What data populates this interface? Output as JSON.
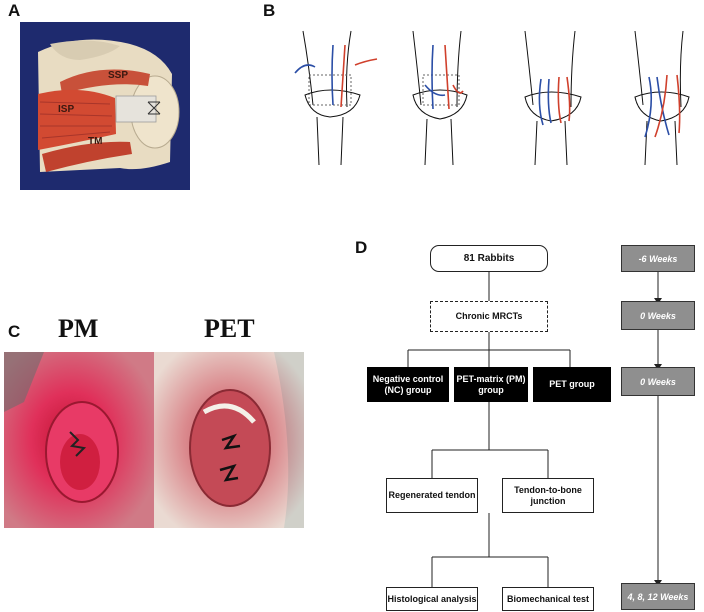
{
  "panels": {
    "a": {
      "letter": "A",
      "labels": {
        "ssp": "SSP",
        "isp": "ISP",
        "tm": "TM"
      },
      "colors": {
        "background": "#1e2a6e",
        "muscle": "#d24a32",
        "bone": "#e8dcc2"
      }
    },
    "b": {
      "letter": "B",
      "sutures": [
        {
          "id": "b1",
          "colors": [
            "#2b4ea6",
            "#d0402c"
          ]
        },
        {
          "id": "b2",
          "colors": [
            "#2b4ea6",
            "#d0402c"
          ]
        },
        {
          "id": "b3",
          "colors": [
            "#2b4ea6",
            "#d0402c"
          ]
        },
        {
          "id": "b4",
          "colors": [
            "#2b4ea6",
            "#d0402c"
          ]
        }
      ]
    },
    "c": {
      "letter": "C",
      "titles": {
        "pm": "PM",
        "pet": "PET"
      }
    },
    "d": {
      "letter": "D",
      "flow": {
        "rabbits": "81 Rabbits",
        "mrct": "Chronic MRCTs",
        "nc": "Negative control (NC) group",
        "pm": "PET-matrix (PM) group",
        "pet": "PET group",
        "regen": "Regenerated tendon",
        "junction": "Tendon-to-bone junction",
        "histo": "Histological analysis",
        "biomech": "Biomechanical test"
      },
      "timeline": {
        "t1": "-6 Weeks",
        "t2": "0 Weeks",
        "t3": "0 Weeks",
        "t4": "4, 8, 12 Weeks"
      }
    }
  }
}
